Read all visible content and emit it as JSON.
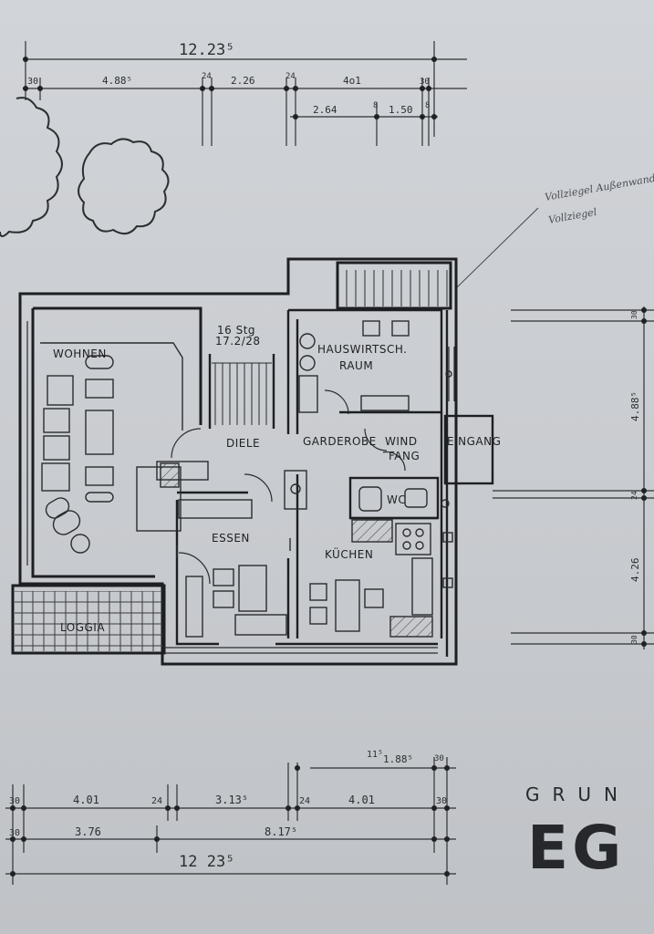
{
  "sheet": {
    "top_total": "12.23⁵",
    "bottom_total": "12 23⁵",
    "grun_label": "GRUN",
    "floor_label": "EG",
    "handwritten_note_1": "Vollziegel Außenwand",
    "handwritten_note_2": "Vollziegel",
    "stair_note_1": "16 Stg",
    "stair_note_2": "17.2/28"
  },
  "rooms": {
    "wohnen": "WOHNEN",
    "hauswirtsch": "HAUSWIRTSCH.",
    "raum": "RAUM",
    "diele": "DIELE",
    "garderobe": "GARDEROBE",
    "wind": "WIND",
    "fang": "FANG",
    "eingang": "EINGANG",
    "wc": "WC",
    "essen": "ESSEN",
    "kochen": "KÜCHEN",
    "loggia": "LOGGIA"
  },
  "dims": {
    "top_row1": [
      "30",
      "4.88⁵",
      "24",
      "2.26",
      "24",
      "4o1",
      "30"
    ],
    "top_row2": [
      "2.64",
      "8",
      "1.50",
      "8"
    ],
    "right_col": [
      "30",
      "4.88⁵",
      "24",
      "4.26",
      "30"
    ],
    "bottom_row1": [
      "11⁵",
      "1.88⁵",
      "30"
    ],
    "bottom_row2": [
      "30",
      "4.01",
      "24",
      "3.13⁵",
      "24",
      "4.01",
      "30"
    ],
    "bottom_row3": [
      "30",
      "3.76",
      "8.17⁵"
    ]
  }
}
